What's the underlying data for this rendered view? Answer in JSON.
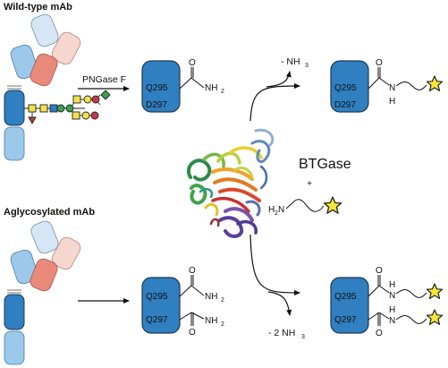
{
  "headings": {
    "wild_type": "Wild-type mAb",
    "aglycosylated": "Aglycosylated mAb"
  },
  "enzymes": {
    "pngase": "PNGase F",
    "btgase": "BTGase",
    "plus": "+"
  },
  "residues": {
    "q295": "Q295",
    "d297": "D297",
    "q297": "Q297"
  },
  "groups": {
    "nh2": "NH",
    "nh2_sub": "2",
    "o": "O",
    "h": "H",
    "n": "N",
    "h2n_h": "H",
    "h2n_sub": "2",
    "h2n_n": "N"
  },
  "byproducts": {
    "top_prefix": "- NH",
    "top_sub": "3",
    "bottom_prefix": "- 2 NH",
    "bottom_sub": "3"
  },
  "colors": {
    "domain_blue": "#2f7fc1",
    "domain_light_blue": "#9cc8ea",
    "pale_blue": "#d6e6f4",
    "salmon": "#e8897a",
    "pale_salmon": "#f6d7cf",
    "star": "#f5e53b",
    "glycan_yellow": "#f2e24a",
    "glycan_blue": "#2f7fc1",
    "glycan_green": "#3aa24a",
    "glycan_red": "#c8374e",
    "fucose": "#c0392b"
  },
  "icons": {
    "star": "star-icon",
    "protein": "btgase-ribbon-structure",
    "antibody": "antibody-icon"
  }
}
